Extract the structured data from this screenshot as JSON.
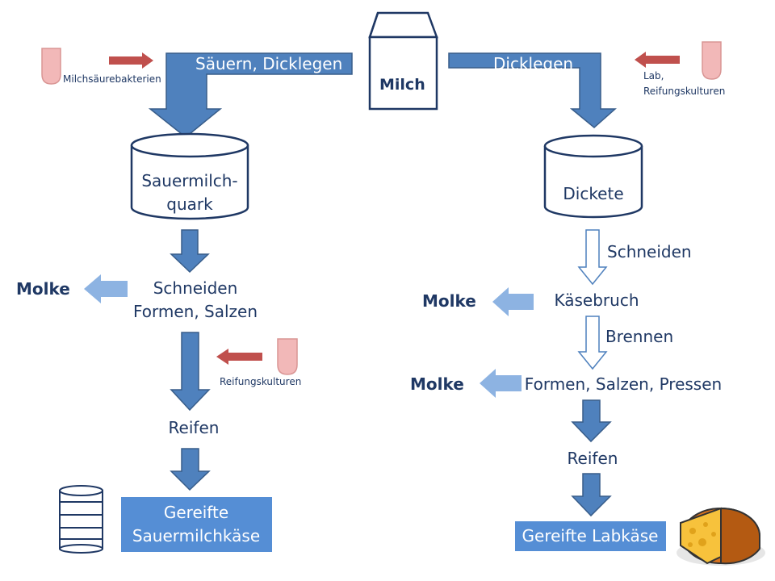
{
  "milk": {
    "label": "Milch"
  },
  "left": {
    "step_top": "Säuern, Dicklegen",
    "bacteria": "Milchsäurebakterien",
    "container_line1": "Sauermilch-",
    "container_line2": "quark",
    "molke": "Molke",
    "process_line1": "Schneiden",
    "process_line2": "Formen, Salzen",
    "cultures": "Reifungskulturen",
    "ripen": "Reifen",
    "result_line1": "Gereifte",
    "result_line2": "Sauermilchkäse"
  },
  "right": {
    "step_top": "Dicklegen",
    "additive_line1": "Lab,",
    "additive_line2": "Reifungskulturen",
    "container": "Dickete",
    "cut": "Schneiden",
    "molke1": "Molke",
    "curd": "Käsebruch",
    "heat": "Brennen",
    "molke2": "Molke",
    "process": "Formen, Salzen, Pressen",
    "ripen": "Reifen",
    "result": "Gereifte Labkäse"
  },
  "colors": {
    "arrow_dark": "#4f81bd",
    "arrow_light": "#8db3e2",
    "text": "#1f3864",
    "red_arrow": "#c0504d",
    "tube": "#f2b8b8",
    "box_fill": "#558ed5"
  }
}
